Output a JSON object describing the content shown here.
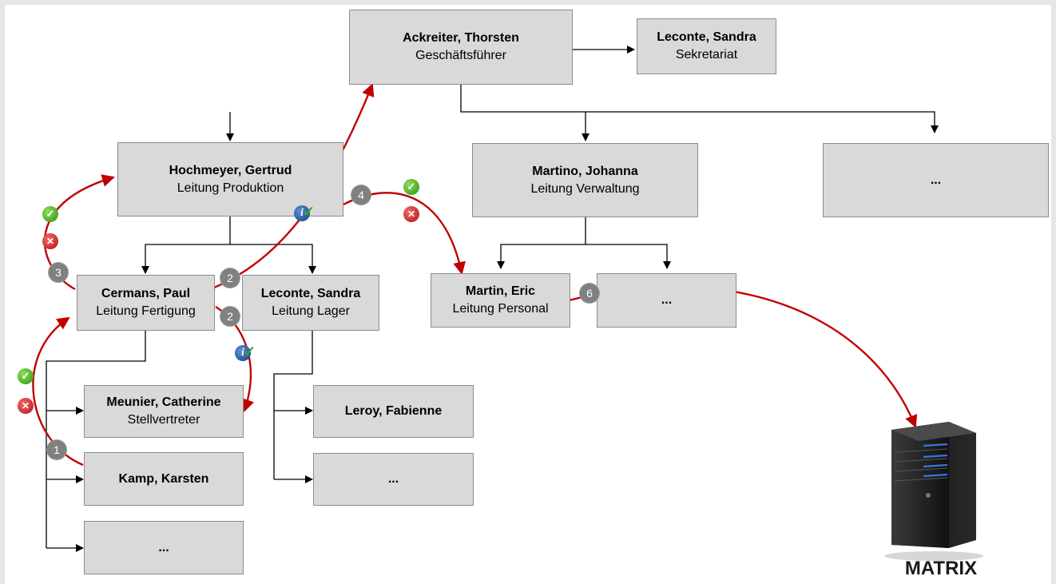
{
  "nodes": {
    "ceo": {
      "name": "Ackreiter, Thorsten",
      "role": "Geschäftsführer"
    },
    "secretary": {
      "name": "Leconte, Sandra",
      "role": "Sekretariat"
    },
    "production": {
      "name": "Hochmeyer, Gertrud",
      "role": "Leitung Produktion"
    },
    "administration": {
      "name": "Martino, Johanna",
      "role": "Leitung Verwaltung"
    },
    "dept3": {
      "name": "..."
    },
    "manufacturing": {
      "name": "Cermans, Paul",
      "role": "Leitung Fertigung"
    },
    "warehouse": {
      "name": "Leconte, Sandra",
      "role": "Leitung Lager"
    },
    "personnel": {
      "name": "Martin, Eric",
      "role": "Leitung Personal"
    },
    "admin_more": {
      "name": "..."
    },
    "deputy": {
      "name": "Meunier, Catherine",
      "role": "Stellvertreter"
    },
    "kamp": {
      "name": "Kamp, Karsten"
    },
    "mfg_more": {
      "name": "..."
    },
    "leroy": {
      "name": "Leroy, Fabienne"
    },
    "wh_more": {
      "name": "..."
    }
  },
  "step_badges": [
    "1",
    "2",
    "2",
    "3",
    "4",
    "6"
  ],
  "server": {
    "label": "MATRIX",
    "icon": "server-icon"
  },
  "colors": {
    "flow": "#c00000",
    "connector": "#000000",
    "box_fill": "#d9d9d9",
    "badge": "#808080"
  }
}
